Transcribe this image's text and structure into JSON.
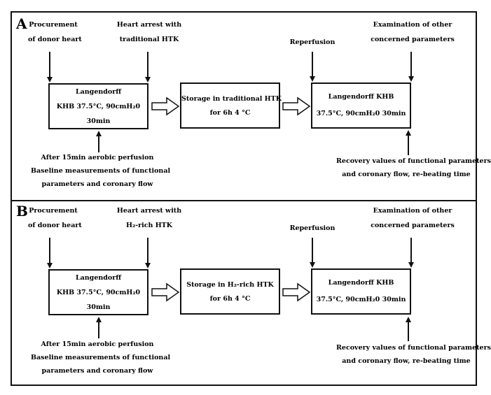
{
  "panels": [
    {
      "letter": "A",
      "top_left": {
        "line1": "Procurement",
        "line2": "of donor heart"
      },
      "top_arrest": {
        "line1": "Heart arrest with",
        "line2": "traditional HTK"
      },
      "top_reperfusion": "Reperfusion",
      "top_exam": {
        "line1": "Examination of other",
        "line2": "concerned parameters"
      },
      "box1": {
        "line1": "Langendorff",
        "line2": "KHB 37.5°C, 90cmH₂0",
        "line3": "30min"
      },
      "box2": {
        "line1": "Storage in traditional HTK",
        "line2": "for 6h 4 °C"
      },
      "box3": {
        "line1": "Langendorff KHB",
        "line2": "37.5°C, 90cmH₂0 30min"
      },
      "bottom_left": {
        "line1": "After 15min aerobic perfusion",
        "line2": "Baseline measurements of functional",
        "line3": "parameters and coronary flow"
      },
      "bottom_right": {
        "line1": "Recovery values of functional parameters",
        "line2": "and coronary flow, re-beating time"
      }
    },
    {
      "letter": "B",
      "top_left": {
        "line1": "Procurement",
        "line2": "of donor heart"
      },
      "top_arrest": {
        "line1": "Heart arrest with",
        "line2": "H₂-rich HTK"
      },
      "top_reperfusion": "Reperfusion",
      "top_exam": {
        "line1": "Examination of other",
        "line2": "concerned parameters"
      },
      "box1": {
        "line1": "Langendorff",
        "line2": "KHB 37.5°C, 90cmH₂0",
        "line3": "30min"
      },
      "box2": {
        "line1": "Storage in H₂-rich HTK",
        "line2": "for 6h 4 °C"
      },
      "box3": {
        "line1": "Langendorff KHB",
        "line2": "37.5°C, 90cmH₂0 30min"
      },
      "bottom_left": {
        "line1": "After 15min aerobic perfusion",
        "line2": "Baseline measurements of functional",
        "line3": "parameters and coronary flow"
      },
      "bottom_right": {
        "line1": "Recovery values of functional parameters",
        "line2": "and coronary flow, re-beating time"
      }
    }
  ]
}
